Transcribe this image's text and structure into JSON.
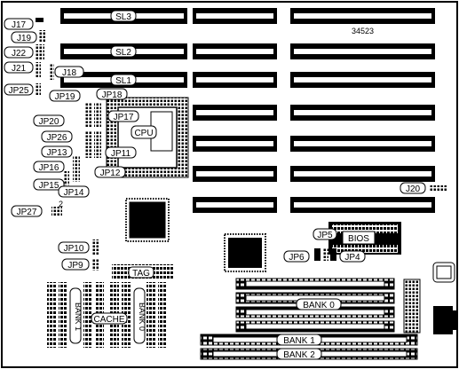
{
  "board": {
    "part_number": "34523",
    "slots": {
      "sl3": "SL3",
      "sl2": "SL2",
      "sl1": "SL1"
    },
    "cpu": "CPU",
    "bios": "BIOS",
    "tag": "TAG",
    "cache": "CACHE",
    "cache_bank1": "BANK 1",
    "cache_bank0": "BANK 0",
    "simm_bank0": "BANK 0",
    "simm_bank1": "BANK 1",
    "simm_bank2": "BANK 2",
    "jumpers": {
      "j17": "J17",
      "j19": "J19",
      "j22": "J22",
      "j21": "J21",
      "jp18_top": "J18",
      "jp25": "JP25",
      "jp19": "JP19",
      "jp18": "JP18",
      "jp20": "JP20",
      "jp17": "JP17",
      "jp26": "JP26",
      "jp13": "JP13",
      "jp11": "JP11",
      "jp12": "JP12",
      "jp16": "JP16",
      "jp15": "JP15",
      "jp14": "JP14",
      "jp27": "JP27",
      "jp27_pin": "2",
      "jp10": "JP10",
      "jp9": "JP9",
      "jp5": "JP5",
      "jp6": "JP6",
      "jp4": "JP4",
      "j20": "J20"
    }
  }
}
